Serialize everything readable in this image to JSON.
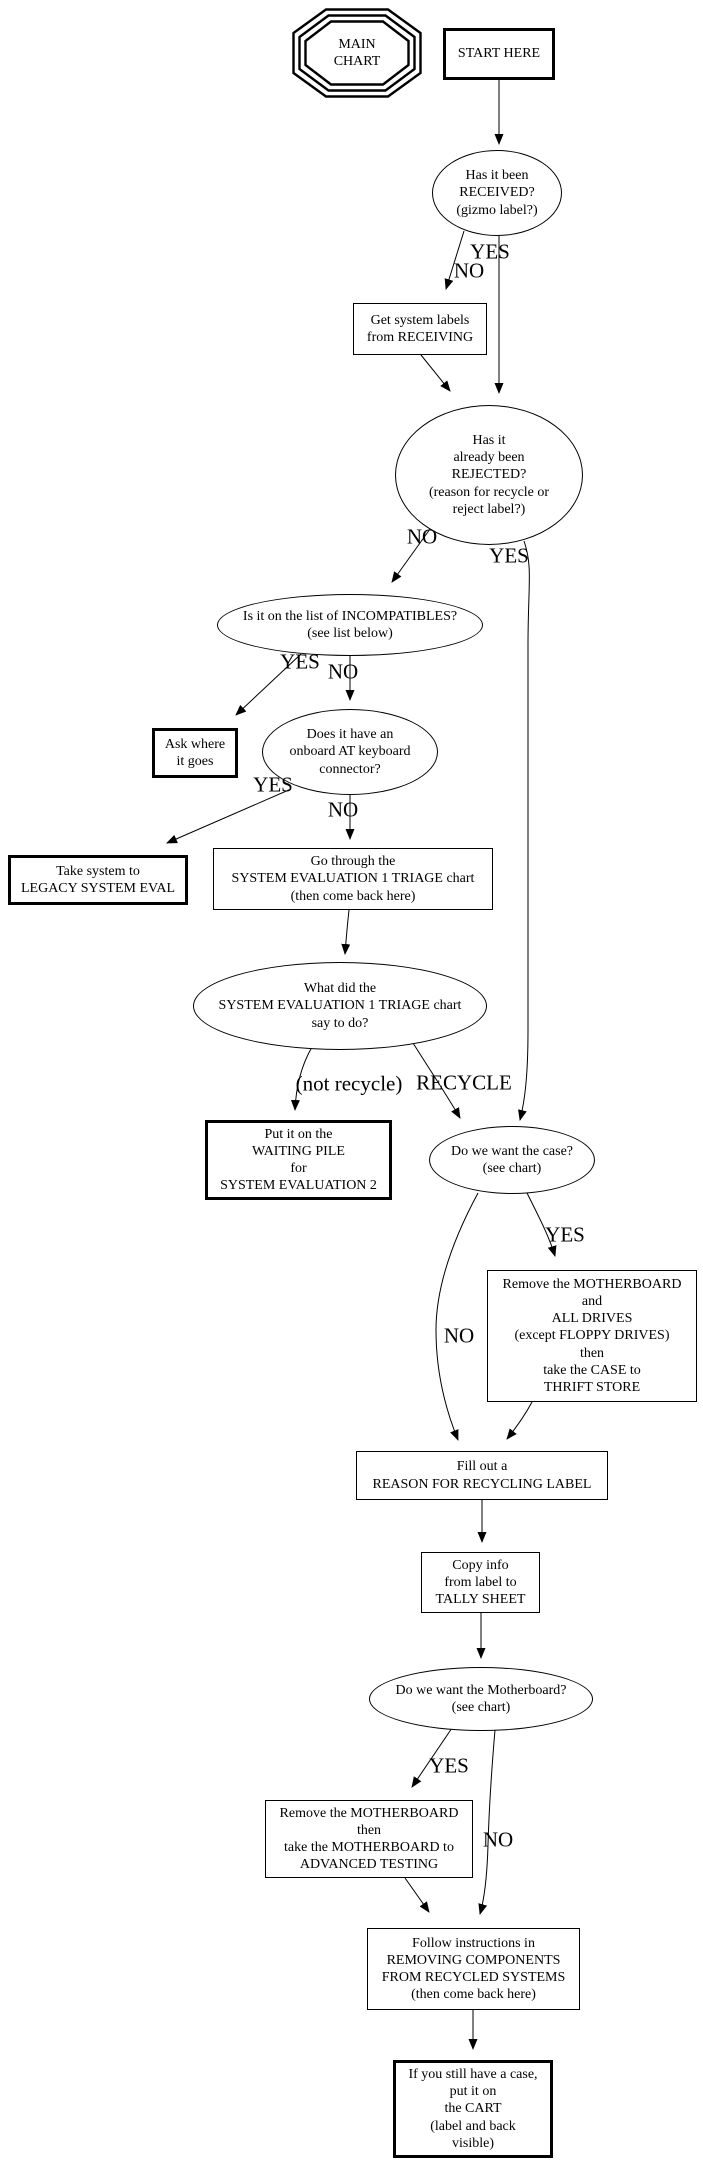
{
  "diagram": {
    "background_color": "#ffffff",
    "line_color": "#000000",
    "nodes": {
      "main_chart": {
        "text": "MAIN\nCHART"
      },
      "start_here": {
        "text": "START HERE"
      },
      "received": {
        "text": "Has it been\nRECEIVED?\n(gizmo label?)"
      },
      "get_labels": {
        "text": "Get system labels\nfrom RECEIVING"
      },
      "rejected": {
        "text": "Has it\nalready been\nREJECTED?\n(reason for recycle or\nreject label?)"
      },
      "incompatibles": {
        "text": "Is it on the list of INCOMPATIBLES?\n(see list below)"
      },
      "ask_where": {
        "text": "Ask where\nit goes"
      },
      "at_connector": {
        "text": "Does it have an\nonboard AT keyboard\nconnector?"
      },
      "legacy_eval": {
        "text": "Take system to\nLEGACY SYSTEM EVAL"
      },
      "triage_chart": {
        "text": "Go through the\nSYSTEM EVALUATION 1 TRIAGE chart\n(then come back here)"
      },
      "triage_result": {
        "text": "What did the\nSYSTEM EVALUATION 1 TRIAGE chart\nsay to do?"
      },
      "waiting_pile": {
        "text": "Put it on the\nWAITING PILE\nfor\nSYSTEM EVALUATION 2"
      },
      "want_case": {
        "text": "Do we want the case?\n(see chart)"
      },
      "remove_for_thrift": {
        "text": "Remove the MOTHERBOARD\nand\nALL DRIVES\n(except FLOPPY DRIVES)\nthen\ntake the CASE to\nTHRIFT STORE"
      },
      "recycling_label": {
        "text": "Fill out a\nREASON FOR RECYCLING LABEL"
      },
      "tally_sheet": {
        "text": "Copy info\nfrom label to\nTALLY SHEET"
      },
      "want_motherboard": {
        "text": "Do we want the Motherboard?\n(see chart)"
      },
      "advanced_testing": {
        "text": "Remove the MOTHERBOARD\nthen\ntake the MOTHERBOARD to\nADVANCED TESTING"
      },
      "removing_components": {
        "text": "Follow instructions in\nREMOVING COMPONENTS\nFROM RECYCLED SYSTEMS\n(then come back here)"
      },
      "cart": {
        "text": "If you still have a case,\nput it on\nthe CART\n(label and back\nvisible)"
      }
    },
    "edge_labels": {
      "received_yes": "YES",
      "received_no": "NO",
      "rejected_no": "NO",
      "rejected_yes": "YES",
      "incompatibles_yes": "YES",
      "incompatibles_no": "NO",
      "at_yes": "YES",
      "at_no": "NO",
      "not_recycle": "(not recycle)",
      "recycle": "RECYCLE",
      "case_yes": "YES",
      "case_no": "NO",
      "motherboard_yes": "YES",
      "motherboard_no": "NO"
    }
  }
}
